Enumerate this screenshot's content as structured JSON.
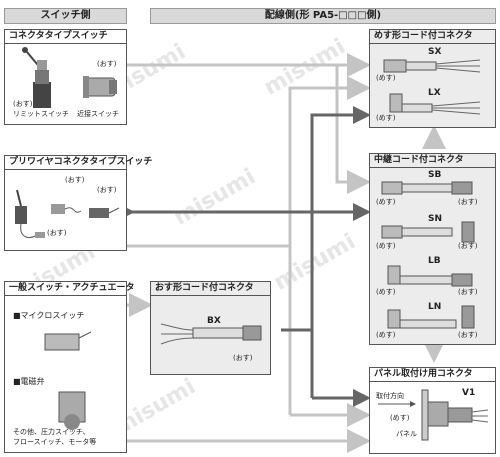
{
  "headers": {
    "switch_side": "スイッチ側",
    "wiring_side": "配線側(形 PA5-□□□側)"
  },
  "watermark": "misumi",
  "left_boxes": {
    "connector_switch": {
      "title": "コネクタタイプスイッチ",
      "male1": "(おす)",
      "male2": "(おす)",
      "limit_switch": "リミットスイッチ",
      "proximity_switch": "近接スイッチ"
    },
    "pigtail_switch": {
      "title": "プリワイヤコネクタタイプスイッチ",
      "male1": "(おす)",
      "male2": "(おす)",
      "male3": "(おす)"
    },
    "general_switch": {
      "title": "一般スイッチ・アクチュエータ",
      "micro_switch": "■マイクロスイッチ",
      "solenoid_valve": "■電磁弁",
      "other_line1": "その他、圧力スイッチ、",
      "other_line2": "フロースイッチ、モータ等"
    }
  },
  "middle_box": {
    "title": "おす形コード付コネクタ",
    "code": "BX",
    "male": "(おす)"
  },
  "right_boxes": {
    "female_cord": {
      "title": "めす形コード付コネクタ",
      "sx": "SX",
      "lx": "LX",
      "female1": "(めす)",
      "female2": "(めす)"
    },
    "relay_cord": {
      "title": "中継コード付コネクタ",
      "sb": "SB",
      "sn": "SN",
      "lb": "LB",
      "ln": "LN",
      "female": "(めす)",
      "male": "(おす)"
    },
    "panel_mount": {
      "title": "パネル取付け用コネクタ",
      "v1": "V1",
      "mount_direction": "取付方向",
      "female": "(めす)",
      "panel": "パネル"
    }
  }
}
